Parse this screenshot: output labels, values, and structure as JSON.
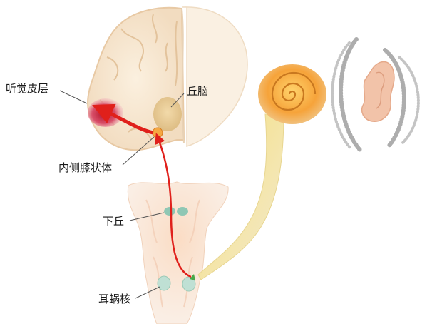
{
  "labels": {
    "auditory_cortex": "听觉皮层",
    "thalamus": "丘脑",
    "medial_geniculate": "内侧膝状体",
    "inferior_colliculus": "下丘",
    "cochlear_nucleus": "耳蜗核"
  },
  "colors": {
    "pathway": "#e0201b",
    "brain_tissue": "#f7e6cf",
    "cochlea": "#f3a43c",
    "nerve": "#f1e09a",
    "nucleus": "#8fc7b4",
    "ear": "#f2c3a9",
    "sound_waves": "#8a8a8a"
  },
  "icons": {
    "pathway_arrow": "arrow-icon",
    "ear": "ear-icon",
    "cochlea": "cochlea-spiral-icon"
  }
}
